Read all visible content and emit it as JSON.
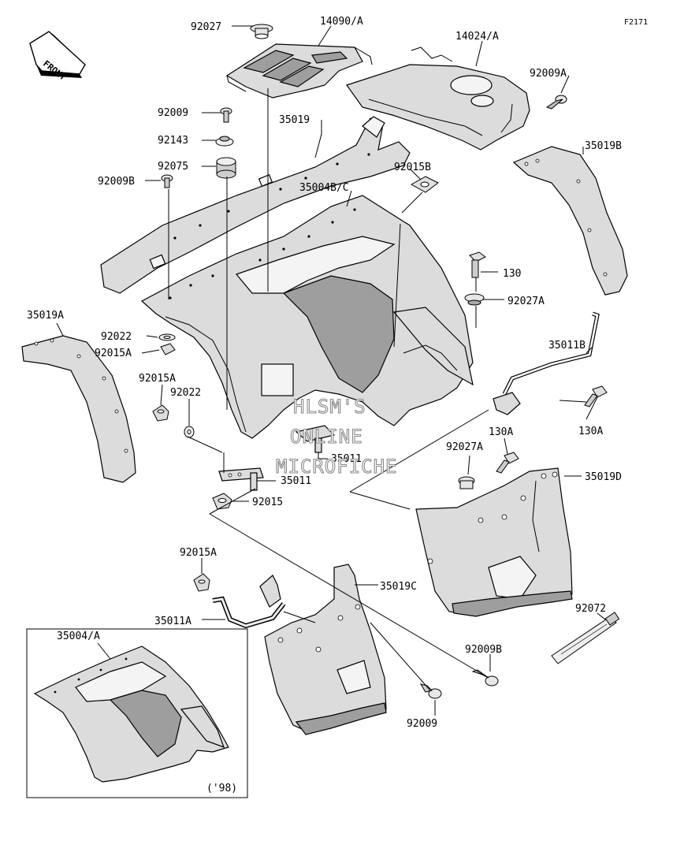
{
  "figure_code": "F2171",
  "front_label": "FRONT",
  "watermark": [
    "HLSM'S",
    "ONLINE",
    "MICROFICHE"
  ],
  "inset_note": "('98)",
  "labels": {
    "p92027": "92027",
    "p14090A": "14090/A",
    "p14024A": "14024/A",
    "p92009A": "92009A",
    "p92009": "92009",
    "p35019": "35019",
    "p35019B": "35019B",
    "p92143": "92143",
    "p92075": "92075",
    "p92015B": "92015B",
    "p92009B": "92009B",
    "p35004BC": "35004B/C",
    "p130": "130",
    "p92027A": "92027A",
    "p35019A": "35019A",
    "p92022a": "92022",
    "p92015Aa": "92015A",
    "p35011B": "35011B",
    "p92015Ab": "92015A",
    "p92022b": "92022",
    "p130Aa": "130A",
    "p130Ab": "130A",
    "p35011a": "35011",
    "p35011b": "35011",
    "p92027Ab": "92027A",
    "p35019D": "35019D",
    "p92015": "92015",
    "p92015Ac": "92015A",
    "p35019C": "35019C",
    "p35011A": "35011A",
    "p35004A": "35004/A",
    "p92072": "92072",
    "p92009Bb": "92009B",
    "p92009b": "92009"
  }
}
